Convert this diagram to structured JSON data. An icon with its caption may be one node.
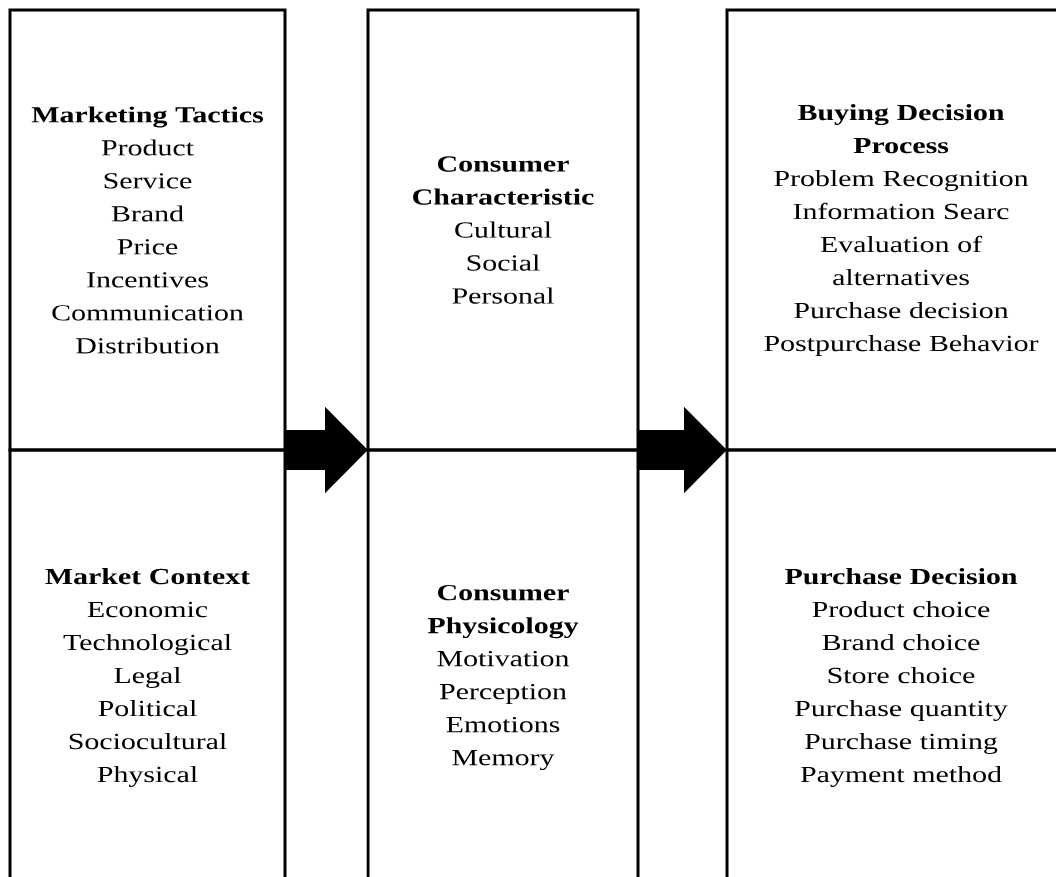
{
  "diagram": {
    "nodes": [
      {
        "text": [
          "Marketing Tactics",
          "Product",
          "Service",
          "Brand",
          "Price",
          "Incentives",
          "Communication",
          "Distribution"
        ]
      },
      {
        "text": [
          "Market Context",
          "Economic",
          "Technological",
          "Legal",
          "Political",
          "Sociocultural",
          "Physical"
        ]
      },
      {
        "text": [
          "Consumer Characteristic",
          "Cultural",
          "Social",
          "Personal"
        ]
      },
      {
        "text": [
          "Consumer Physicology",
          "Motivation",
          "Perception",
          "Emotions",
          "Memory"
        ]
      },
      {
        "text": [
          "Buying Decision Process",
          "Problem Recognition",
          "Information Searc",
          "Evaluation of alternatives",
          "Purchase decision",
          "Postpurchase Behavior"
        ]
      },
      {
        "text": [
          "Purchase Decision",
          "Product choice",
          "Brand choice",
          "Store choice",
          "Purchase quantity",
          "Purchase timing",
          "Payment method"
        ]
      }
    ],
    "edges": [
      {
        "from": 0,
        "to": 2,
        "arrow": "to"
      },
      {
        "from": 2,
        "to": 4,
        "arrow": "to"
      }
    ]
  }
}
